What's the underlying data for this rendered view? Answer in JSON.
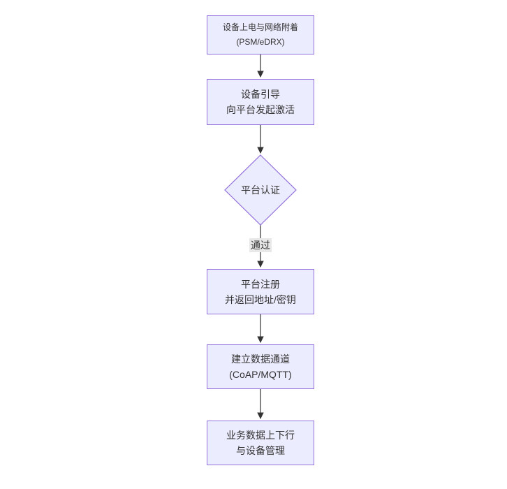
{
  "flowchart": {
    "diagram_type": "flowchart",
    "direction": "top-down",
    "colors": {
      "canvas_bg": "#ffffff",
      "node_fill": "#ECECFF",
      "node_border": "#9370DB",
      "edge_color": "#333333",
      "text_color": "#333333",
      "edge_label_bg": "#e8e8e8"
    },
    "nodes": [
      {
        "id": "power-network-attach",
        "shape": "rect",
        "lines": [
          "设备上电与网络附着",
          "(PSM/eDRX)"
        ]
      },
      {
        "id": "bootstrap-activate",
        "shape": "rect",
        "lines": [
          "设备引导",
          "向平台发起激活"
        ]
      },
      {
        "id": "platform-auth",
        "shape": "diamond",
        "lines": [
          "平台认证"
        ]
      },
      {
        "id": "platform-register",
        "shape": "rect",
        "lines": [
          "平台注册",
          "并返回地址/密钥"
        ]
      },
      {
        "id": "data-channel",
        "shape": "rect",
        "lines": [
          "建立数据通道",
          "(CoAP/MQTT)"
        ]
      },
      {
        "id": "business-data-mgmt",
        "shape": "rect",
        "lines": [
          "业务数据上下行",
          "与设备管理"
        ]
      }
    ],
    "edges": [
      {
        "from": "power-network-attach",
        "to": "bootstrap-activate",
        "label": ""
      },
      {
        "from": "bootstrap-activate",
        "to": "platform-auth",
        "label": ""
      },
      {
        "from": "platform-auth",
        "to": "platform-register",
        "label": "通过"
      },
      {
        "from": "platform-register",
        "to": "data-channel",
        "label": ""
      },
      {
        "from": "data-channel",
        "to": "business-data-mgmt",
        "label": ""
      }
    ]
  }
}
